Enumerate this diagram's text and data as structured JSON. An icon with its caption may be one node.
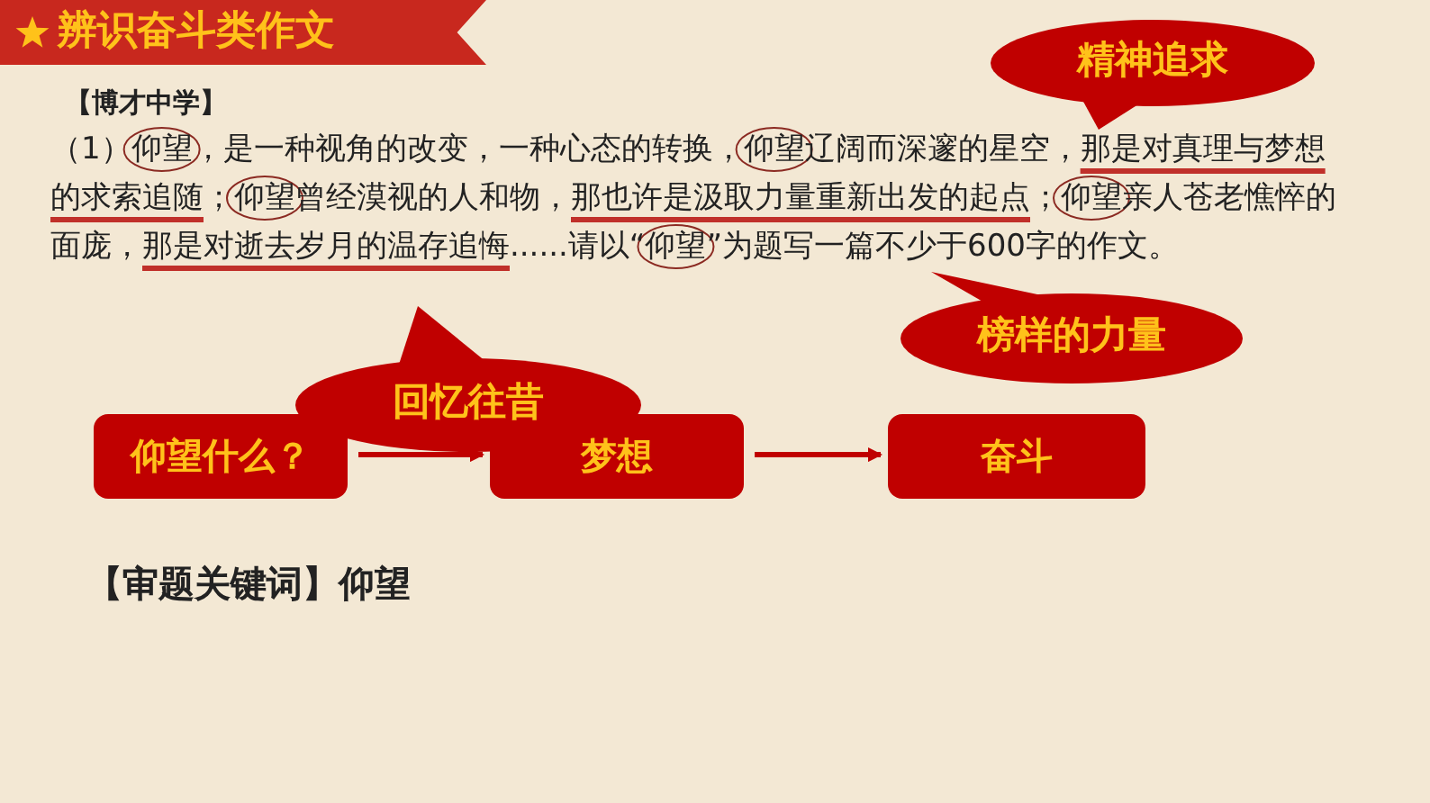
{
  "diagram": {
    "title": "辨识奋斗类作文",
    "nodes": [
      {
        "text": [
          "精神追求"
        ]
      },
      {
        "text": [
          "榜样的力量"
        ]
      },
      {
        "text": [
          "回忆往昔"
        ]
      },
      {
        "text": [
          "仰望什么？"
        ]
      },
      {
        "text": [
          "梦想"
        ]
      },
      {
        "text": [
          "奋斗"
        ]
      }
    ],
    "edges": [
      {
        "from": 3,
        "to": 4,
        "arrow": "to"
      },
      {
        "from": 4,
        "to": 5,
        "arrow": "to"
      }
    ],
    "labels": [
      "【博才中学】",
      "（1）仰望，是一种视角的改变，一种心态的转换，仰望辽阔而深邃的星空，那是对真理与梦想的求索追随；仰望曾经漠视的人和物，那也许是汲取力量重新出发的起点；仰望亲人苍老憔悴的面庞，那是对逝去岁月的温存追悔......请以“仰望”为题写一篇不少于600字的作文。",
      "【审题关键词】仰望"
    ]
  }
}
